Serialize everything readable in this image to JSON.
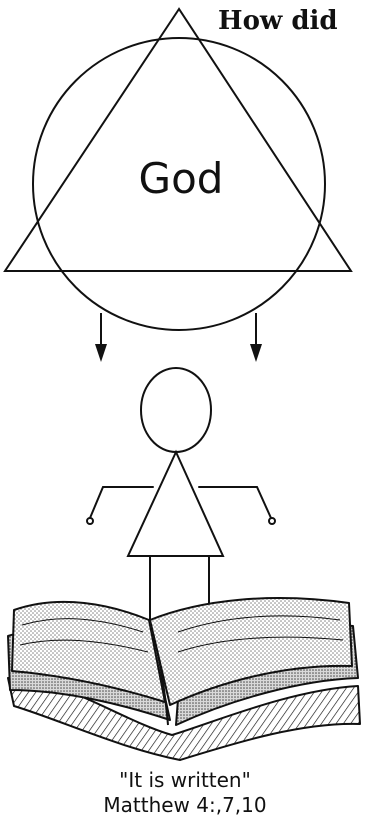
{
  "header": {
    "title": "How did"
  },
  "diagram": {
    "god_label": "God",
    "quote": "\"It is written\"",
    "reference": "Matthew 4:,7,10"
  },
  "icons": {
    "triangle": "triangle-icon",
    "circle": "circle-icon",
    "arrows": "down-arrow-icon",
    "person": "stick-figure-icon",
    "book": "open-book-icon"
  },
  "colors": {
    "ink": "#111111",
    "paper": "#ffffff",
    "shade": "#bdbdbd"
  }
}
